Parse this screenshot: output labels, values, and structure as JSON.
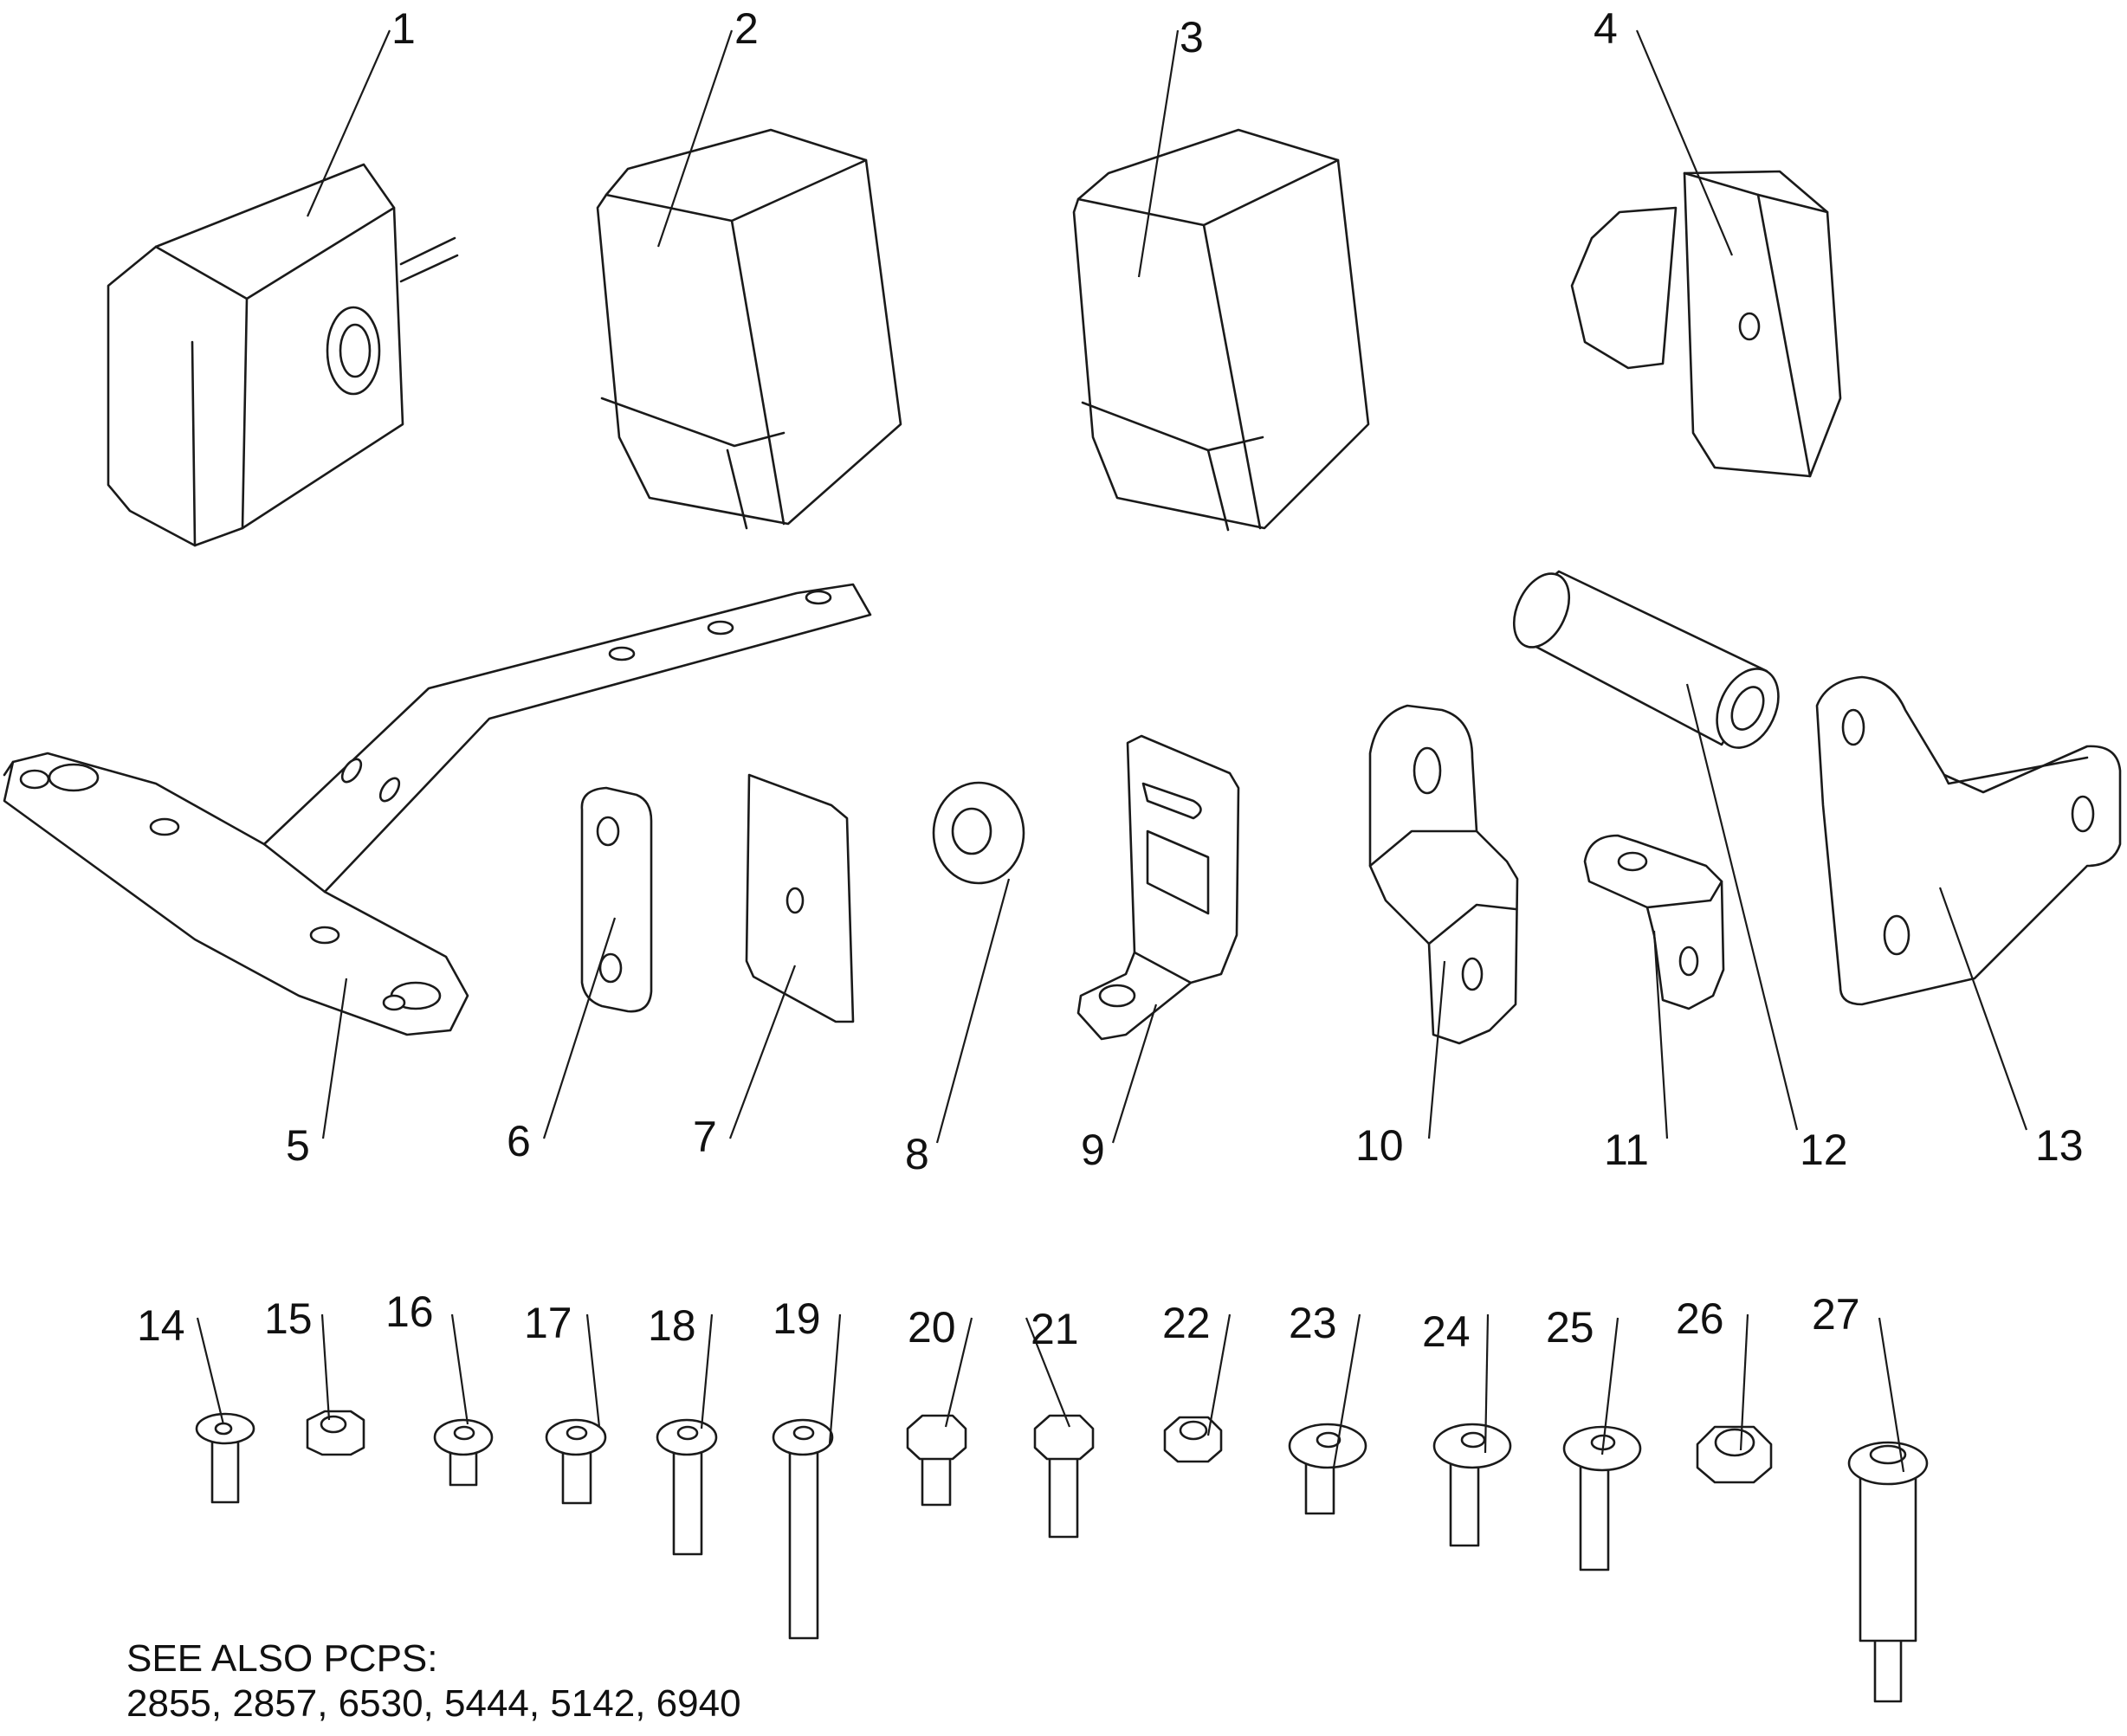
{
  "labels": [
    "1",
    "2",
    "3",
    "4",
    "5",
    "6",
    "7",
    "8",
    "9",
    "10",
    "11",
    "12",
    "13",
    "14",
    "15",
    "16",
    "17",
    "18",
    "19",
    "20",
    "21",
    "22",
    "23",
    "24",
    "25",
    "26",
    "27"
  ],
  "note": {
    "line1": "SEE ALSO PCPS:",
    "line2": "2855, 2857, 6530, 5444, 5142, 6940"
  },
  "colors": {
    "line": "#1a1a1a",
    "background": "#ffffff"
  }
}
